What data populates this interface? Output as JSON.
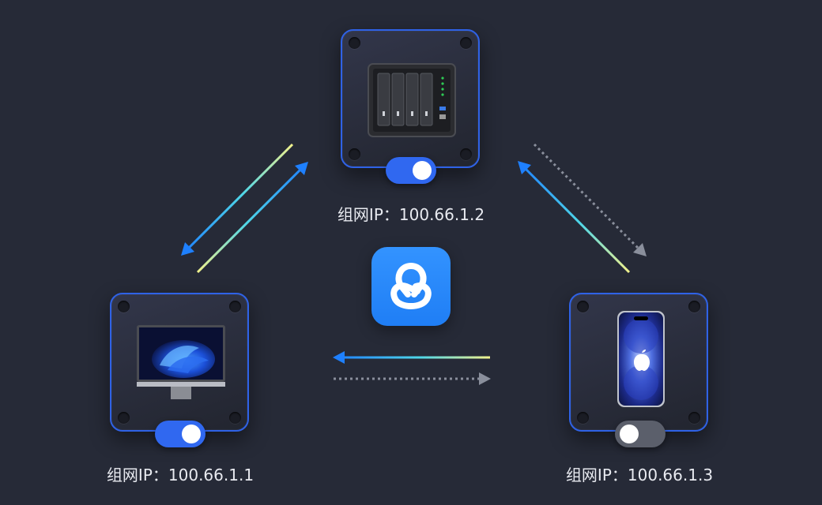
{
  "nodes": [
    {
      "id": "nas",
      "label": "组网IP：100.66.1.2",
      "device": "nas-device",
      "toggle": "on"
    },
    {
      "id": "pc",
      "label": "组网IP：100.66.1.1",
      "device": "desktop-monitor",
      "toggle": "on"
    },
    {
      "id": "phone",
      "label": "组网IP：100.66.1.3",
      "device": "smartphone",
      "toggle": "off"
    }
  ],
  "links": [
    {
      "from": "nas",
      "to": "pc",
      "style": "gradient-solid"
    },
    {
      "from": "pc",
      "to": "nas",
      "style": "gradient-solid"
    },
    {
      "from": "phone",
      "to": "nas",
      "style": "gradient-solid"
    },
    {
      "from": "nas",
      "to": "phone",
      "style": "dotted"
    },
    {
      "from": "phone",
      "to": "pc",
      "style": "gradient-solid"
    },
    {
      "from": "pc",
      "to": "phone",
      "style": "dotted"
    }
  ],
  "colors": {
    "accent": "#2f62e6",
    "toggle_on": "#3068f0",
    "toggle_off": "#5b5f6b",
    "arrow_head": "#1e80ff",
    "line_gradient_start": "#f2f28c",
    "line_gradient_end": "#1e80ff",
    "dotted": "#8a8f9c"
  },
  "center_icon": "network-logo-icon"
}
